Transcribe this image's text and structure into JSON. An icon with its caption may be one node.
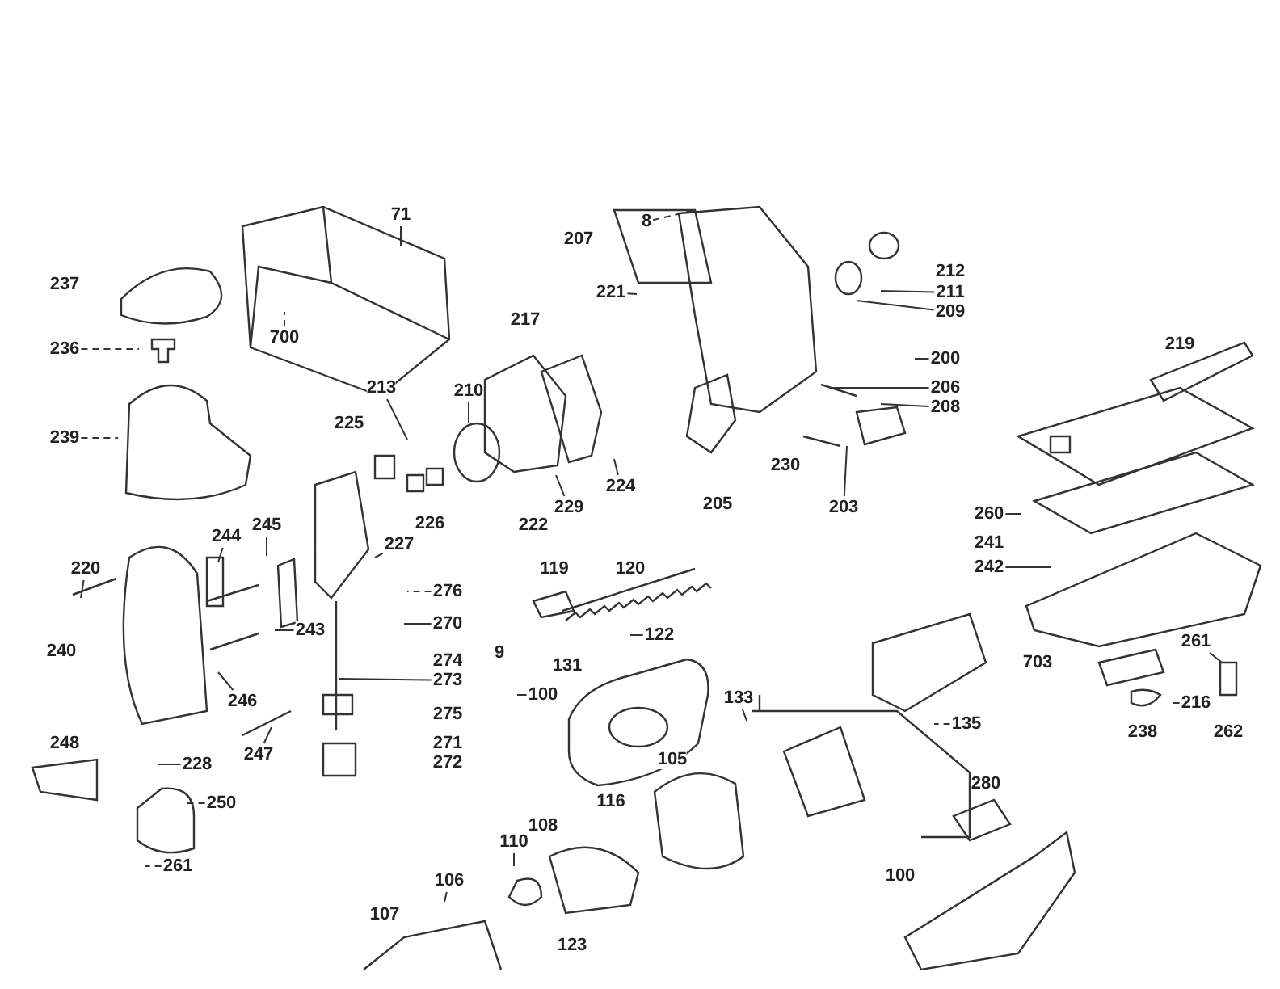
{
  "diagram": {
    "nodes": [
      {
        "text": [
          "71"
        ]
      },
      {
        "text": [
          "700"
        ]
      },
      {
        "text": [
          "8"
        ]
      },
      {
        "text": [
          "207"
        ]
      },
      {
        "text": [
          "221"
        ]
      },
      {
        "text": [
          "217"
        ]
      },
      {
        "text": [
          "212"
        ]
      },
      {
        "text": [
          "211"
        ]
      },
      {
        "text": [
          "209"
        ]
      },
      {
        "text": [
          "200"
        ]
      },
      {
        "text": [
          "206"
        ]
      },
      {
        "text": [
          "208"
        ]
      },
      {
        "text": [
          "237"
        ]
      },
      {
        "text": [
          "236"
        ]
      },
      {
        "text": [
          "239"
        ]
      },
      {
        "text": [
          "213"
        ]
      },
      {
        "text": [
          "210"
        ]
      },
      {
        "text": [
          "225"
        ]
      },
      {
        "text": [
          "219"
        ]
      },
      {
        "text": [
          "260"
        ]
      },
      {
        "text": [
          "241"
        ]
      },
      {
        "text": [
          "242"
        ]
      },
      {
        "text": [
          "226"
        ]
      },
      {
        "text": [
          "222"
        ]
      },
      {
        "text": [
          "229"
        ]
      },
      {
        "text": [
          "224"
        ]
      },
      {
        "text": [
          "230"
        ]
      },
      {
        "text": [
          "205"
        ]
      },
      {
        "text": [
          "203"
        ]
      },
      {
        "text": [
          "244"
        ]
      },
      {
        "text": [
          "245"
        ]
      },
      {
        "text": [
          "227"
        ]
      },
      {
        "text": [
          "220"
        ]
      },
      {
        "text": [
          "119"
        ]
      },
      {
        "text": [
          "120"
        ]
      },
      {
        "text": [
          "276"
        ]
      },
      {
        "text": [
          "270"
        ]
      },
      {
        "text": [
          "243"
        ]
      },
      {
        "text": [
          "122"
        ]
      },
      {
        "text": [
          "240"
        ]
      },
      {
        "text": [
          "9"
        ]
      },
      {
        "text": [
          "274"
        ]
      },
      {
        "text": [
          "273"
        ]
      },
      {
        "text": [
          "131"
        ]
      },
      {
        "text": [
          "100"
        ]
      },
      {
        "text": [
          "133"
        ]
      },
      {
        "text": [
          "246"
        ]
      },
      {
        "text": [
          "275"
        ]
      },
      {
        "text": [
          "135"
        ]
      },
      {
        "text": [
          "248"
        ]
      },
      {
        "text": [
          "271"
        ]
      },
      {
        "text": [
          "247"
        ]
      },
      {
        "text": [
          "105"
        ]
      },
      {
        "text": [
          "228"
        ]
      },
      {
        "text": [
          "272"
        ]
      },
      {
        "text": [
          "116"
        ]
      },
      {
        "text": [
          "250"
        ]
      },
      {
        "text": [
          "280"
        ]
      },
      {
        "text": [
          "703"
        ]
      },
      {
        "text": [
          "261"
        ]
      },
      {
        "text": [
          "216"
        ]
      },
      {
        "text": [
          "238"
        ]
      },
      {
        "text": [
          "262"
        ]
      },
      {
        "text": [
          "108"
        ]
      },
      {
        "text": [
          "110"
        ]
      },
      {
        "text": [
          "106"
        ]
      },
      {
        "text": [
          "107"
        ]
      },
      {
        "text": [
          "123"
        ]
      },
      {
        "text": [
          "261"
        ]
      },
      {
        "text": [
          "100"
        ]
      }
    ],
    "edges": [
      {
        "from": 0,
        "to": null,
        "arrow": "none"
      },
      {
        "from": 1,
        "to": null,
        "arrow": "none",
        "style": "dashed"
      },
      {
        "from": 2,
        "to": null,
        "arrow": "none",
        "style": "dashed"
      },
      {
        "from": 4,
        "to": null,
        "arrow": "none"
      },
      {
        "from": 7,
        "to": null,
        "arrow": "none"
      },
      {
        "from": 8,
        "to": null,
        "arrow": "none"
      },
      {
        "from": 9,
        "to": null,
        "arrow": "none"
      },
      {
        "from": 10,
        "to": null,
        "arrow": "none"
      },
      {
        "from": 11,
        "to": null,
        "arrow": "none"
      },
      {
        "from": 13,
        "to": null,
        "arrow": "none",
        "style": "dashed"
      },
      {
        "from": 14,
        "to": null,
        "arrow": "none",
        "style": "dashed"
      },
      {
        "from": 15,
        "to": null,
        "arrow": "none"
      },
      {
        "from": 16,
        "to": null,
        "arrow": "none"
      },
      {
        "from": 19,
        "to": null,
        "arrow": "none"
      },
      {
        "from": 21,
        "to": null,
        "arrow": "none"
      },
      {
        "from": 24,
        "to": null,
        "arrow": "none"
      },
      {
        "from": 25,
        "to": null,
        "arrow": "none"
      },
      {
        "from": 28,
        "to": null,
        "arrow": "none"
      },
      {
        "from": 29,
        "to": null,
        "arrow": "none"
      },
      {
        "from": 30,
        "to": null,
        "arrow": "none"
      },
      {
        "from": 31,
        "to": null,
        "arrow": "none"
      },
      {
        "from": 32,
        "to": null,
        "arrow": "none"
      },
      {
        "from": 35,
        "to": null,
        "arrow": "none",
        "style": "dashed"
      },
      {
        "from": 36,
        "to": null,
        "arrow": "none"
      },
      {
        "from": 37,
        "to": null,
        "arrow": "none"
      },
      {
        "from": 38,
        "to": null,
        "arrow": "none"
      },
      {
        "from": 42,
        "to": null,
        "arrow": "none"
      },
      {
        "from": 44,
        "to": null,
        "arrow": "none"
      },
      {
        "from": 45,
        "to": null,
        "arrow": "none"
      },
      {
        "from": 46,
        "to": null,
        "arrow": "none"
      },
      {
        "from": 48,
        "to": null,
        "arrow": "none",
        "style": "dashed"
      },
      {
        "from": 51,
        "to": null,
        "arrow": "none"
      },
      {
        "from": 53,
        "to": null,
        "arrow": "none"
      },
      {
        "from": 56,
        "to": null,
        "arrow": "none",
        "style": "dashed"
      },
      {
        "from": 59,
        "to": null,
        "arrow": "none"
      },
      {
        "from": 60,
        "to": null,
        "arrow": "none",
        "style": "dashed"
      },
      {
        "from": 64,
        "to": null,
        "arrow": "none"
      },
      {
        "from": 65,
        "to": null,
        "arrow": "none"
      },
      {
        "from": 68,
        "to": null,
        "arrow": "none",
        "style": "dashed"
      }
    ]
  }
}
